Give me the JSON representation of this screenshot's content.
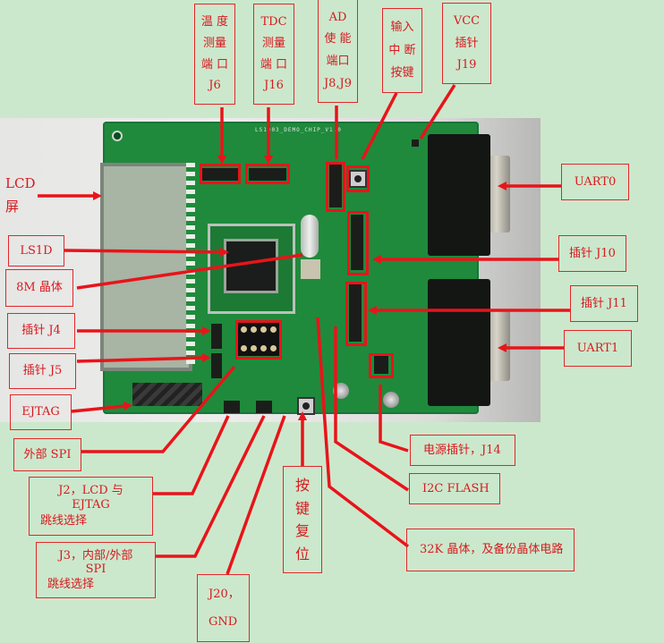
{
  "board": {
    "silkscreen_title": "LS1D03_DEMO_CHIP_V1.0",
    "pcb_color": "#1f8a3c",
    "annotation_color": "#d8191f",
    "background_color": "#cce8cc"
  },
  "labels": {
    "lcd": {
      "line1": "LCD",
      "line2": "屏"
    },
    "ls1d": "LS1D",
    "crystal_8m": "8M 晶体",
    "pin_j4": "插针 J4",
    "pin_j5": "插针 J5",
    "ejtag": "EJTAG",
    "external_spi": "外部 SPI",
    "j2": {
      "line1": "J2，LCD 与 EJTAG",
      "line2": "跳线选择"
    },
    "j3": {
      "line1": "J3，内部/外部 SPI",
      "line2": "跳线选择"
    },
    "j20": {
      "line1": "J20，",
      "line2": "GND"
    },
    "reset_button": [
      "按",
      "键",
      "复",
      "位"
    ],
    "power_pin_j14": "电源插针，J14",
    "i2c_flash": "I2C FLASH",
    "crystal_32k": "32K 晶体，及备份晶体电路",
    "uart0": "UART0",
    "pin_j10": "插针 J10",
    "pin_j11": "插针 J11",
    "uart1": "UART1",
    "temp_port_j6": [
      "温 度",
      "测量",
      "端 口",
      "J6"
    ],
    "tdc_port_j16": [
      "TDC",
      "测量",
      "端 口",
      "J16"
    ],
    "ad_enable_j8j9": [
      "AD",
      "使 能",
      "端口",
      "J8,J9"
    ],
    "interrupt_button": [
      "输入",
      "中 断",
      "按键"
    ],
    "vcc_pin_j19": [
      "VCC",
      "插针",
      "J19"
    ]
  }
}
